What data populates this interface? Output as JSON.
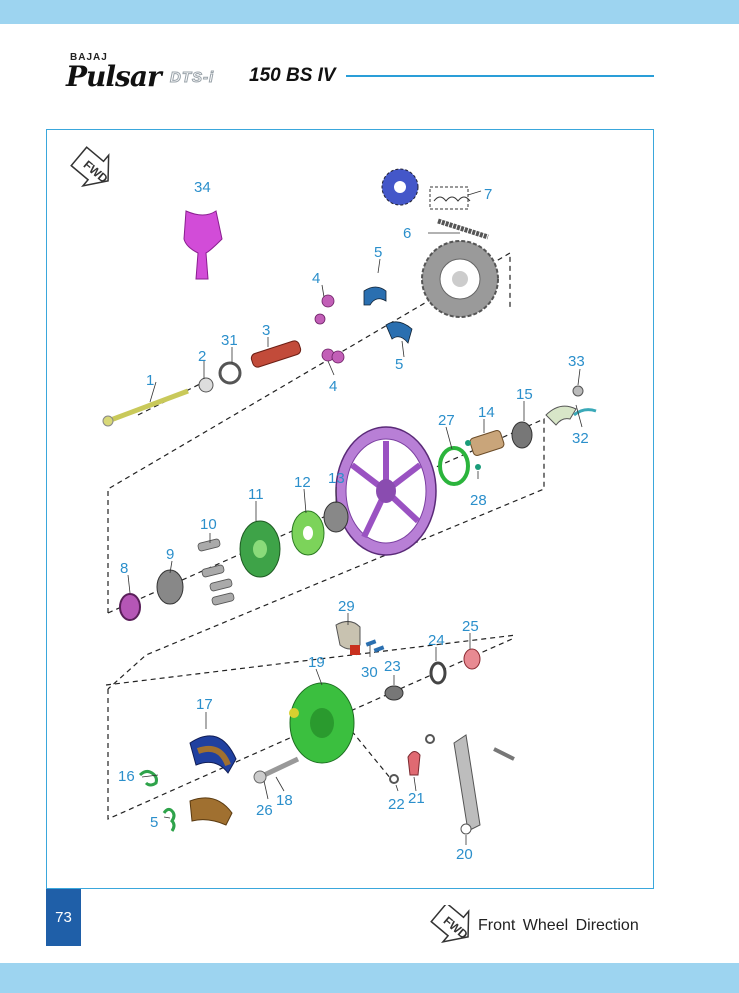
{
  "header": {
    "brand_top": "BAJAJ",
    "brand_name": "Pulsar",
    "brand_suffix": "DTS-i",
    "model": "150 BS IV"
  },
  "fwd_badge": "FWD",
  "part_numbers": [
    "1",
    "2",
    "3",
    "4",
    "4",
    "5",
    "5",
    "5",
    "6",
    "7",
    "8",
    "9",
    "10",
    "11",
    "12",
    "13",
    "14",
    "15",
    "16",
    "17",
    "18",
    "19",
    "20",
    "21",
    "22",
    "23",
    "24",
    "25",
    "26",
    "27",
    "28",
    "29",
    "30",
    "31",
    "32",
    "33",
    "34"
  ],
  "footer": {
    "page_number": "73",
    "legend_badge": "FWD",
    "legend_text": "Front Wheel Direction"
  },
  "colors": {
    "band": "#9dd4f0",
    "frame": "#3aa7dc",
    "label": "#2b8fcb",
    "page_badge": "#1f5fa8"
  }
}
